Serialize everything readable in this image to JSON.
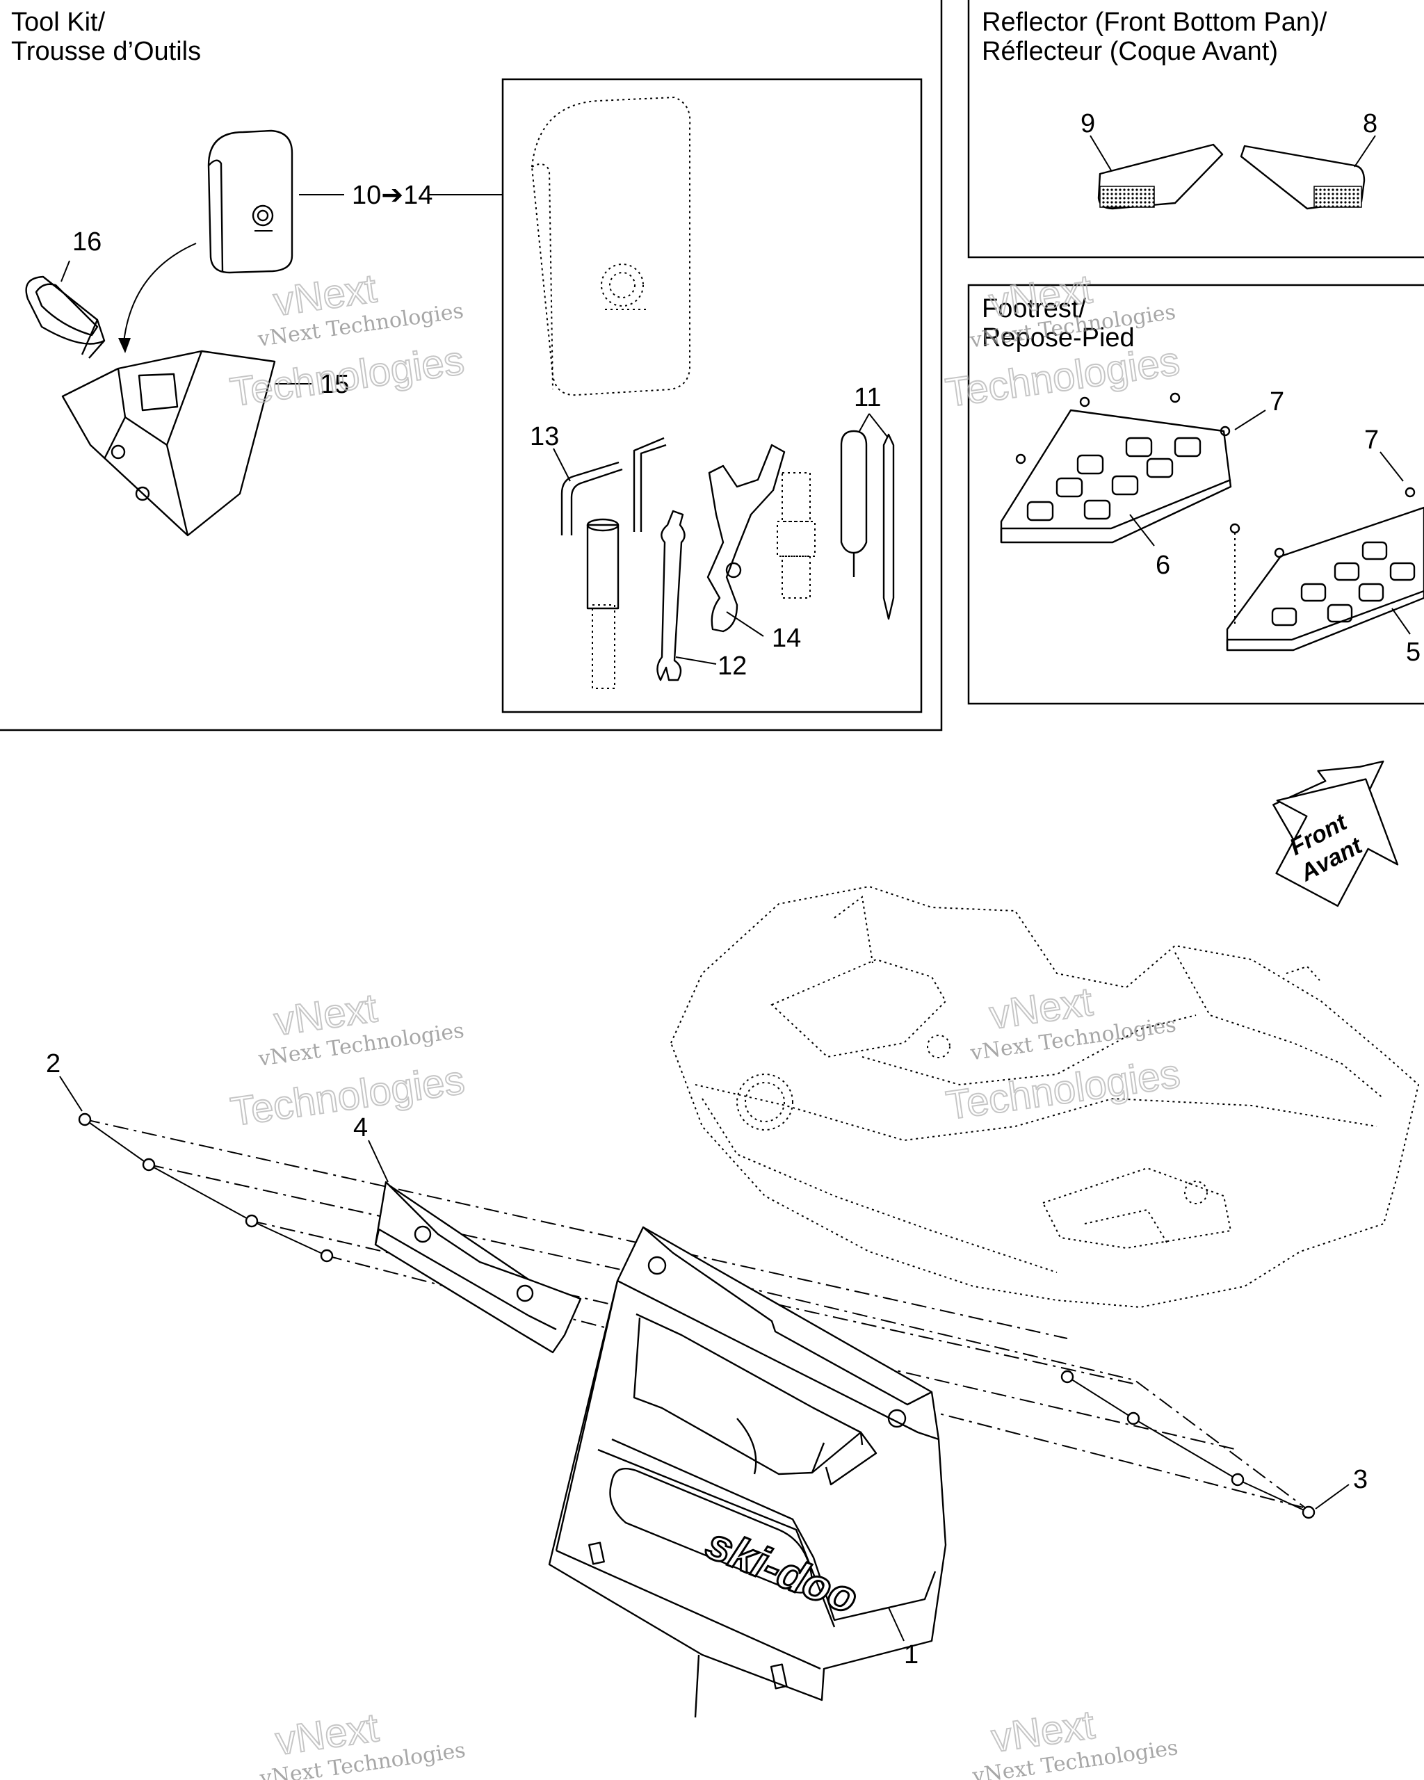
{
  "sections": {
    "tool_kit": {
      "title_en": "Tool Kit/",
      "title_fr": "Trousse d’Outils"
    },
    "reflector": {
      "title_en": "Reflector (Front Bottom Pan)/",
      "title_fr": "Réflecteur (Coque Avant)"
    },
    "footrest": {
      "title_en": "Footrest/",
      "title_fr": "Repose-Pied"
    }
  },
  "callouts": {
    "c1": "1",
    "c2": "2",
    "c3": "3",
    "c4": "4",
    "c5": "5",
    "c6": "6",
    "c7a": "7",
    "c7b": "7",
    "c8": "8",
    "c9": "9",
    "c10_14": "10➔14",
    "c11": "11",
    "c12": "12",
    "c13": "13",
    "c14": "14",
    "c15": "15",
    "c16": "16"
  },
  "direction_arrow": {
    "line1": "Front",
    "line2": "Avant"
  },
  "logo_text": "ski-doo",
  "watermark": {
    "line1": "vNext Technologies",
    "line2": "vNext",
    "line3": "Technologies"
  }
}
